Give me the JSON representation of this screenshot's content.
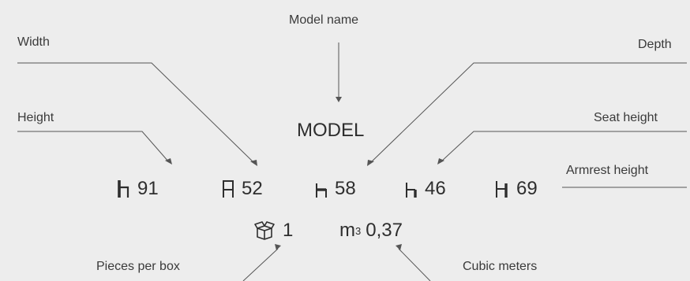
{
  "labels": {
    "model_name": "Model name",
    "width": "Width",
    "depth": "Depth",
    "height": "Height",
    "seat_height": "Seat height",
    "armrest_height": "Armrest height",
    "pieces_per_box": "Pieces per box",
    "cubic_meters": "Cubic meters"
  },
  "model": "MODEL",
  "specs": {
    "height": "91",
    "width": "52",
    "depth": "58",
    "seat_height": "46",
    "armrest_height": "69",
    "pieces": "1",
    "volume_unit": "m",
    "volume_exp": "3",
    "volume": "0,37"
  },
  "icons": {
    "height": "chair-height-icon",
    "width": "chair-width-icon",
    "depth": "chair-depth-icon",
    "seat_height": "seat-height-icon",
    "armrest_height": "armrest-height-icon",
    "box": "box-icon"
  },
  "colors": {
    "background": "#ededed",
    "text": "#333333",
    "line": "#555555"
  }
}
